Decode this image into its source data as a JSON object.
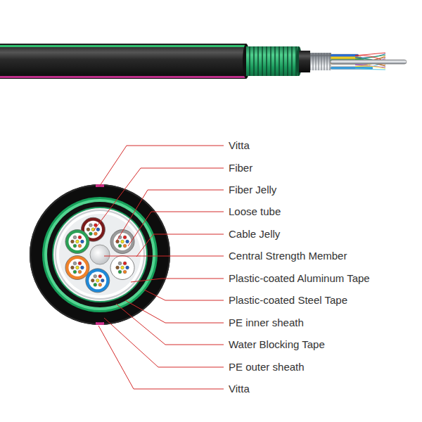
{
  "diagram": {
    "labels": [
      "Vitta",
      "Fiber",
      "Fiber Jelly",
      "Loose tube",
      "Cable Jelly",
      "Central Strength Member",
      "Plastic-coated Aluminum Tape",
      "Plastic-coated Steel Tape",
      "PE inner sheath",
      "Water Blocking Tape",
      "PE outer sheath",
      "Vitta"
    ]
  }
}
